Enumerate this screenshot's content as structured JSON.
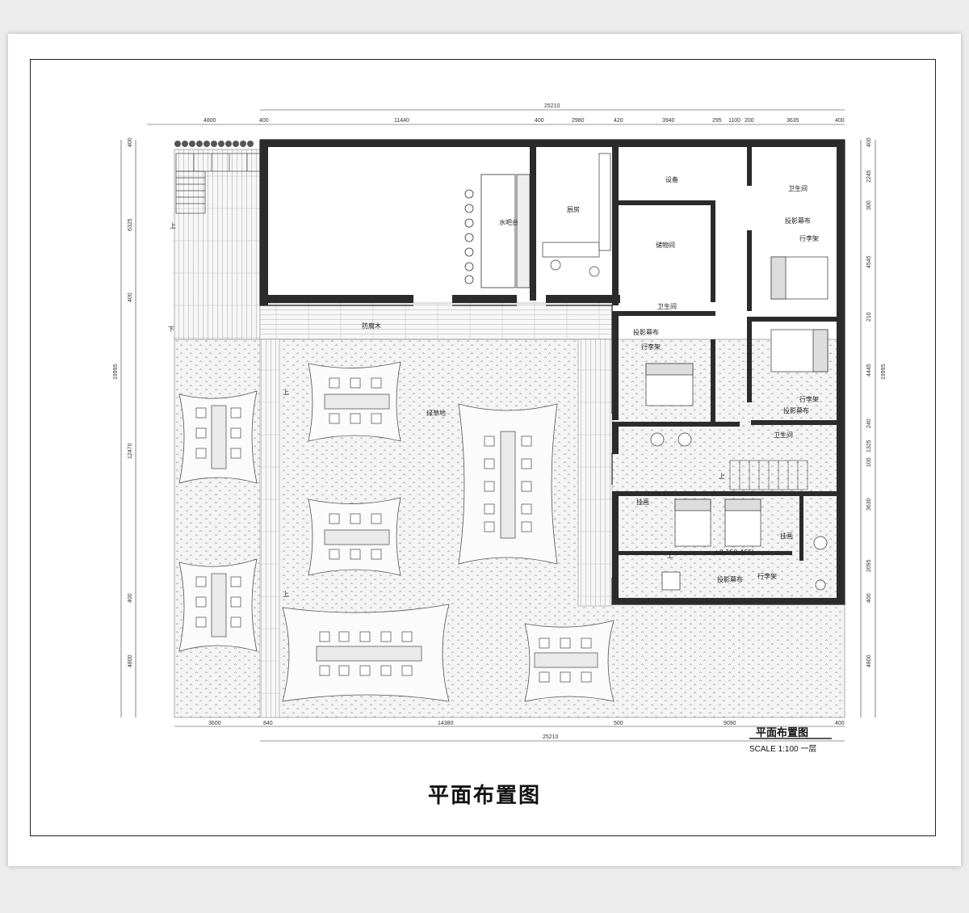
{
  "title": "平面布置图",
  "title_block": {
    "name": "平面布置图",
    "scale": "SCALE 1:100 一层"
  },
  "dims_top": [
    "4800",
    "400",
    "11440",
    "400",
    "2980",
    "420",
    "3940",
    "295",
    "1100",
    "200",
    "3635",
    "400"
  ],
  "dims_top_total": "25210",
  "dims_bottom": [
    "3600",
    "840",
    "14380",
    "500",
    "9090",
    "400"
  ],
  "dims_bottom_total": "25210",
  "dims_left": [
    "400",
    "6325",
    "400",
    "12470",
    "400",
    "4800"
  ],
  "dims_left_total": "19995",
  "dims_right": [
    "400",
    "2245",
    "300",
    "4545",
    "210",
    "4445",
    "240",
    "1325",
    "100",
    "3630",
    "2095",
    "400",
    "4800"
  ],
  "dims_right_total": "19995",
  "rooms": {
    "equipment": "设备",
    "toilet": "卫生间",
    "projector_screen": "投影幕布",
    "luggage_rack": "行李架",
    "kitchen": "厨房",
    "water_bar": "水吧台",
    "storage": "储物间",
    "decking": "防腐木",
    "lawn": "绿草地",
    "painting": "挂画",
    "up": "上",
    "down": "下",
    "level": "±0.150 AFFL"
  }
}
